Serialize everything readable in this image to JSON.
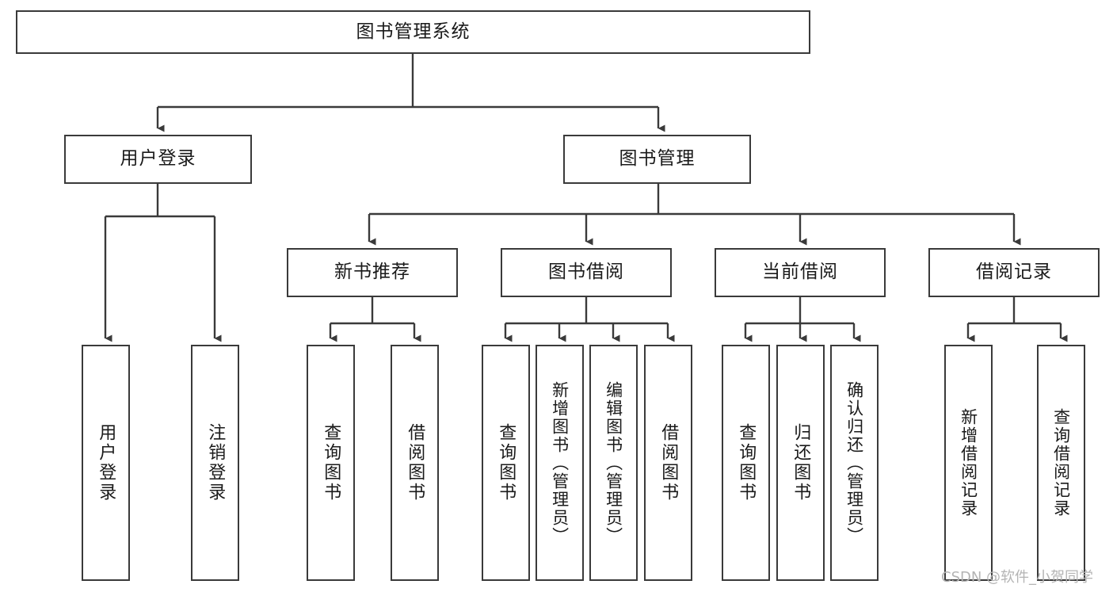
{
  "diagram": {
    "type": "tree-hierarchy-chart",
    "title": "图书管理系统",
    "root": {
      "id": "root",
      "label": "图书管理系统"
    },
    "level2": [
      {
        "id": "user-login",
        "label": "用户登录"
      },
      {
        "id": "book-manage",
        "label": "图书管理"
      }
    ],
    "level3": [
      {
        "id": "new-book-recommend",
        "label": "新书推荐",
        "parent": "book-manage"
      },
      {
        "id": "book-borrow",
        "label": "图书借阅",
        "parent": "book-manage"
      },
      {
        "id": "current-borrow",
        "label": "当前借阅",
        "parent": "book-manage"
      },
      {
        "id": "borrow-record",
        "label": "借阅记录",
        "parent": "book-manage"
      }
    ],
    "leaves": [
      {
        "id": "leaf-user-login",
        "label": "用户登录",
        "parent": "user-login"
      },
      {
        "id": "leaf-logout-login",
        "label": "注销登录",
        "parent": "user-login"
      },
      {
        "id": "leaf-query-book-1",
        "label": "查询图书",
        "parent": "new-book-recommend"
      },
      {
        "id": "leaf-borrow-book-1",
        "label": "借阅图书",
        "parent": "new-book-recommend"
      },
      {
        "id": "leaf-query-book-2",
        "label": "查询图书",
        "parent": "book-borrow"
      },
      {
        "id": "leaf-add-book",
        "label": "新增图书（管理员）",
        "parent": "book-borrow"
      },
      {
        "id": "leaf-edit-book",
        "label": "编辑图书（管理员）",
        "parent": "book-borrow"
      },
      {
        "id": "leaf-borrow-book-2",
        "label": "借阅图书",
        "parent": "book-borrow"
      },
      {
        "id": "leaf-query-book-3",
        "label": "查询图书",
        "parent": "current-borrow"
      },
      {
        "id": "leaf-return-book",
        "label": "归还图书",
        "parent": "current-borrow"
      },
      {
        "id": "leaf-confirm-return",
        "label": "确认归还（管理员）",
        "parent": "current-borrow"
      },
      {
        "id": "leaf-add-record",
        "label": "新增借阅记录",
        "parent": "borrow-record"
      },
      {
        "id": "leaf-query-record",
        "label": "查询借阅记录",
        "parent": "borrow-record"
      }
    ],
    "colors": {
      "border": "#3a3a3a",
      "connector": "#3a3a3a",
      "box_fill": "#ffffff",
      "text": "#1a1a1a",
      "background": "#ffffff",
      "watermark": "#b4b4b4"
    }
  },
  "watermark": {
    "text": "CSDN @软件_小贺同学"
  }
}
